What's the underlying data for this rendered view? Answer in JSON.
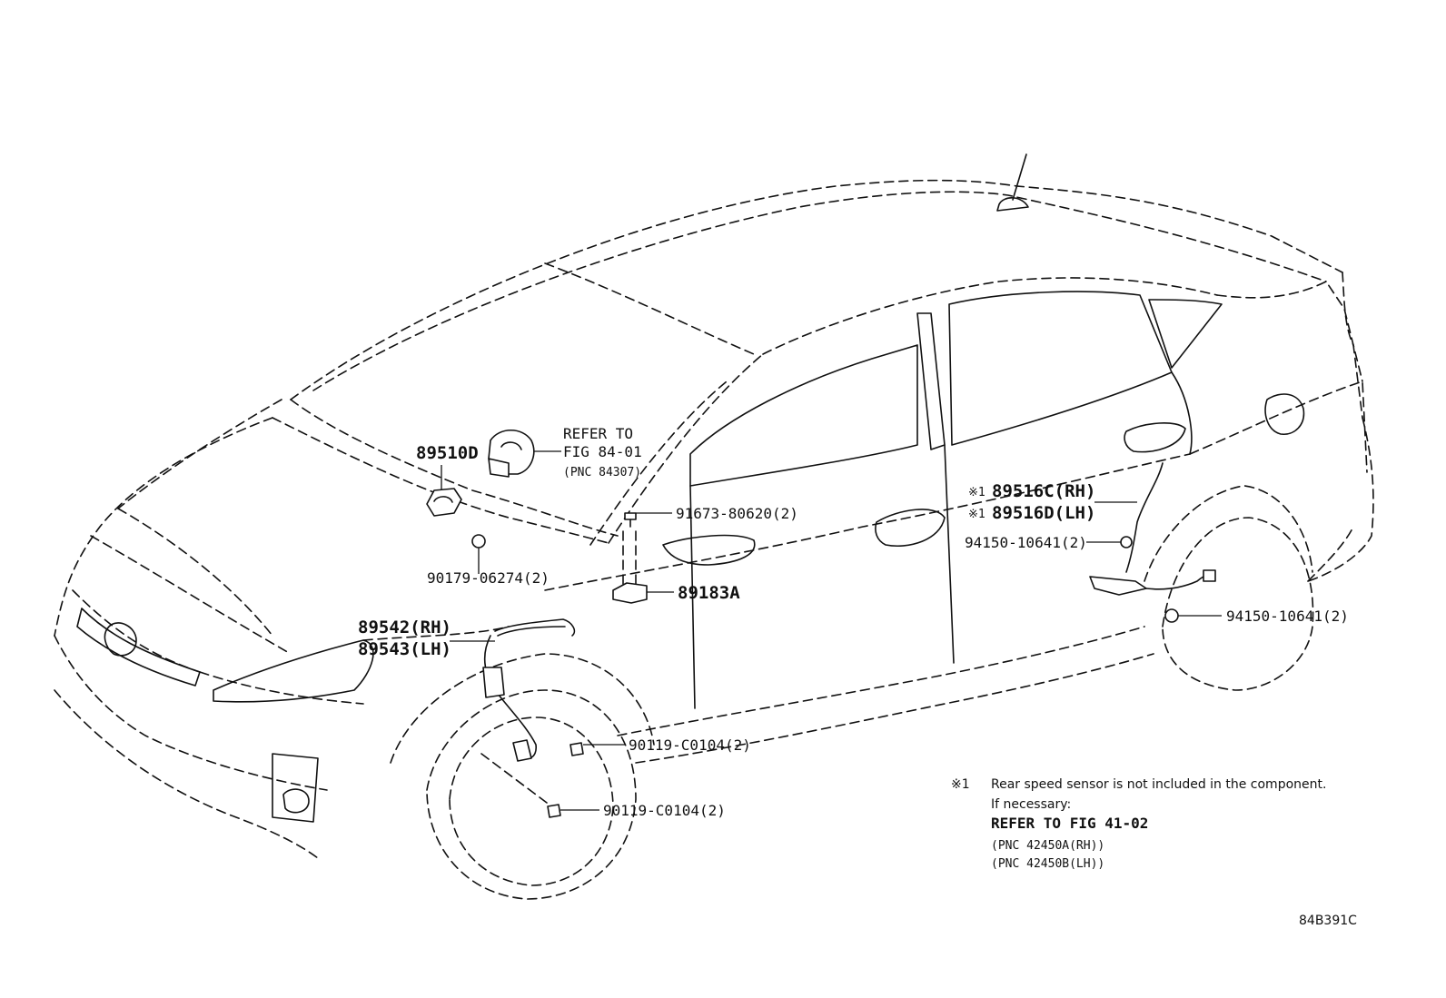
{
  "callouts": {
    "p_89510D": "89510D",
    "refer1_line1": "REFER TO",
    "refer1_line2": "FIG 84-01",
    "refer1_line3": "(PNC 84307)",
    "p_91673": "91673-80620(2)",
    "p_90179": "90179-06274(2)",
    "p_89183A": "89183A",
    "p_89542": "89542(RH)",
    "p_89543": "89543(LH)",
    "p_90119_a": "90119-C0104(2)",
    "p_90119_b": "90119-C0104(2)",
    "mark_rh": "※1",
    "p_89516C": "89516C(RH)",
    "mark_lh": "※1",
    "p_89516D": "89516D(LH)",
    "p_94150_a": "94150-10641(2)",
    "p_94150_b": "94150-10641(2)"
  },
  "footnote": {
    "mark": "※1",
    "line1": "Rear speed sensor is not included in the component.",
    "line2": "If necessary:",
    "line3": "REFER TO FIG 41-02",
    "line4": "(PNC 42450A(RH))",
    "line5": "(PNC 42450B(LH))"
  },
  "figure_id": "84B391C"
}
